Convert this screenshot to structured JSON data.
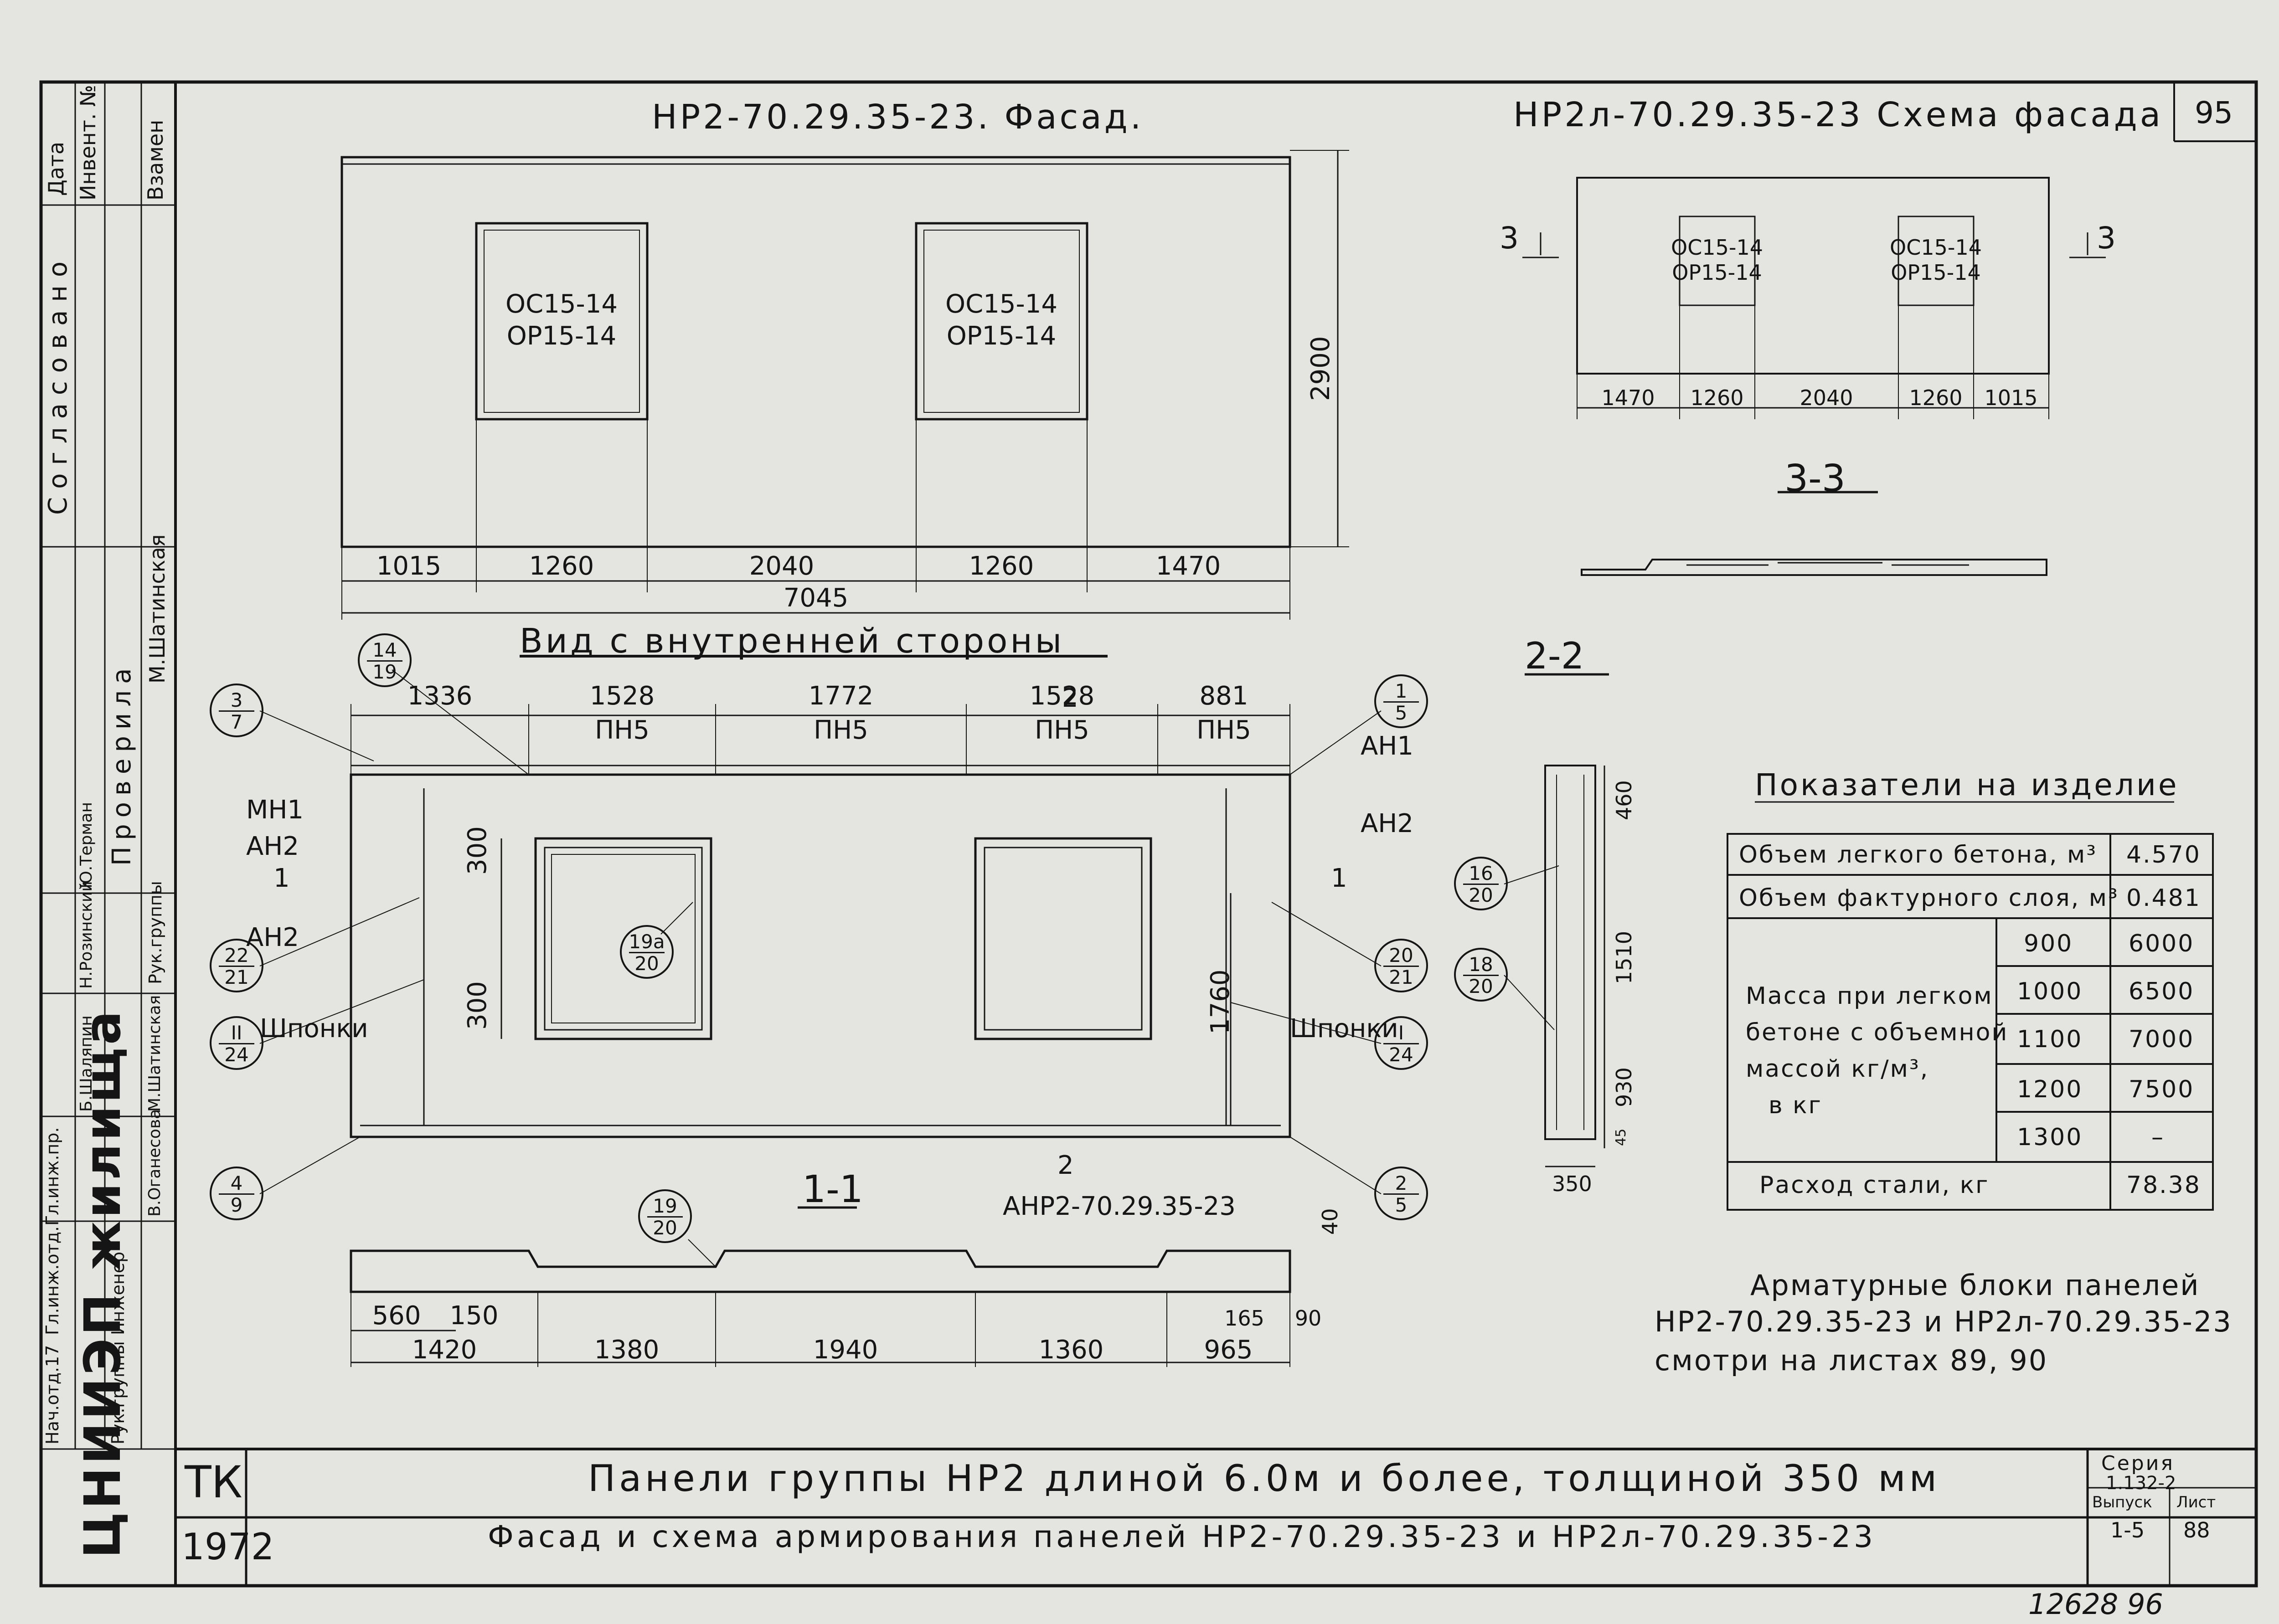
{
  "sheet": {
    "page": "95",
    "stamp": "12628 96"
  },
  "side": {
    "data_label": "Дата",
    "inv_label": "Инвент. №",
    "replaced_label": "Взамен",
    "agreed_label": "Согласовано",
    "checked_label": "Проверила",
    "checker_name": "М.Шатинская",
    "org": "ЦНИИЭП жилища",
    "roles": [
      "Нач.отд.17",
      "Гл.инж.отд.",
      "Гл.инж.пр.",
      "Рук.группы",
      "Инженер"
    ],
    "names": [
      "Б.Шаляпин",
      "Н.Розинский",
      "Ю.Терман",
      "М.Шатинская",
      "В.Оганесова"
    ],
    "group_head": "Рук.группы"
  },
  "facade": {
    "title": "НР2-70.29.35-23. Фасад.",
    "window_labels": [
      "ОС15-14",
      "ОР15-14"
    ],
    "height": "2900",
    "dims": [
      "1015",
      "1260",
      "2040",
      "1260",
      "1470"
    ],
    "total": "7045"
  },
  "scheme": {
    "title": "НР2л-70.29.35-23 Схема фасада",
    "window_labels": [
      "ОС15-14",
      "ОР15-14"
    ],
    "dims": [
      "1470",
      "1260",
      "2040",
      "1260",
      "1015"
    ],
    "cut_mark": "3"
  },
  "section33": {
    "title": "3-3"
  },
  "section22": {
    "title": "2-2",
    "dims": [
      "460",
      "1510",
      "930",
      "45"
    ],
    "width": "350"
  },
  "interior": {
    "title": "Вид с внутренней стороны",
    "top_dims": [
      "1336",
      "1528",
      "1772",
      "1528",
      "881"
    ],
    "pn": "ПН5",
    "cut2": "2",
    "labels": {
      "mn1": "МН1",
      "an2": "АН2",
      "an1": "АН1",
      "shponki": "Шпонки",
      "cut1": "1"
    },
    "dim300": "300",
    "dim1760": "1760",
    "callouts": [
      {
        "top": "3",
        "bot": "7"
      },
      {
        "top": "14",
        "bot": "19"
      },
      {
        "top": "1",
        "bot": "5"
      },
      {
        "top": "22",
        "bot": "21"
      },
      {
        "top": "II",
        "bot": "24"
      },
      {
        "top": "19a",
        "bot": "20"
      },
      {
        "top": "20",
        "bot": "21"
      },
      {
        "top": "I",
        "bot": "24"
      },
      {
        "top": "4",
        "bot": "9"
      },
      {
        "top": "2",
        "bot": "5"
      },
      {
        "top": "16",
        "bot": "20"
      },
      {
        "top": "18",
        "bot": "20"
      },
      {
        "top": "19",
        "bot": "20"
      }
    ]
  },
  "section11": {
    "title": "1-1",
    "cut2": "2",
    "anr": "АНР2-70.29.35-23",
    "dim40": "40",
    "dims_top": [
      "560",
      "150",
      "165",
      "90"
    ],
    "dims_bottom": [
      "1420",
      "1380",
      "1940",
      "1360",
      "965"
    ]
  },
  "indicators": {
    "title": "Показатели на изделие",
    "rows": [
      {
        "label": "Объем легкого бетона, м³",
        "value": "4.570"
      },
      {
        "label": "Объем фактурного слоя, м³",
        "value": "0.481"
      }
    ],
    "mass_label": [
      "Масса при легком",
      "бетоне с объемной",
      "массой кг/м³,",
      "в кг"
    ],
    "density": [
      "900",
      "1000",
      "1100",
      "1200",
      "1300"
    ],
    "mass": [
      "6000",
      "6500",
      "7000",
      "7500",
      "–"
    ],
    "steel_label": "Расход стали, кг",
    "steel": "78.38"
  },
  "note": [
    "Арматурные блоки панелей",
    "НР2-70.29.35-23 и НР2л-70.29.35-23",
    "смотри на листах 89, 90"
  ],
  "titleblock": {
    "tk": "ТК",
    "year": "1972",
    "line1": "Панели группы НР2 длиной 6.0м и более, толщиной 350 мм",
    "line2": "Фасад и схема армирования панелей НР2-70.29.35-23 и НР2л-70.29.35-23",
    "series_label": "Серия",
    "series": "1.132-2",
    "issue_label": "Выпуск",
    "issue": "1-5",
    "sheet_label": "Лист",
    "sheet_no": "88"
  }
}
